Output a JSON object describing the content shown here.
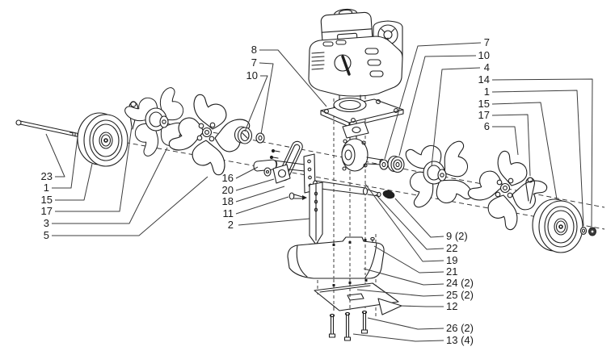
{
  "figure": {
    "type": "exploded-parts-diagram",
    "subject": "garden tiller cultivator with engine, tines and wheels"
  },
  "colors": {
    "background": "#ffffff",
    "line": "#1f1f1f",
    "label": "#1a1a1a"
  },
  "callouts": {
    "top_left": [
      "8",
      "7",
      "10"
    ],
    "left": [
      "23",
      "1",
      "15",
      "17",
      "3",
      "5"
    ],
    "mid_left": [
      "16",
      "20",
      "18",
      "11",
      "2"
    ],
    "right_top": [
      "7",
      "10",
      "4",
      "14",
      "1",
      "15",
      "17",
      "6"
    ],
    "right_bottom": [
      "9 (2)",
      "22",
      "19",
      "21",
      "24 (2)",
      "25 (2)",
      "12",
      "26 (2)",
      "13 (4)"
    ]
  }
}
